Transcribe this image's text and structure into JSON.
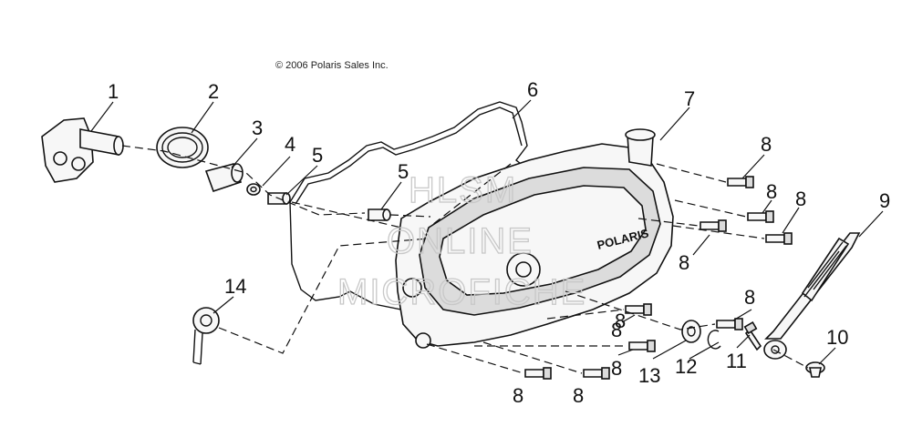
{
  "copyright": "© 2006 Polaris Sales Inc.",
  "brand_on_cover": "POLARIS",
  "watermark": [
    "HLSM",
    "ONLINE",
    "MICROFICHE"
  ],
  "callouts": [
    {
      "id": "c1",
      "label": "1",
      "part": "gear-shaft"
    },
    {
      "id": "c2",
      "label": "2",
      "part": "spring"
    },
    {
      "id": "c3",
      "label": "3",
      "part": "bushing"
    },
    {
      "id": "c4",
      "label": "4",
      "part": "o-ring"
    },
    {
      "id": "c5a",
      "label": "5",
      "part": "dowel-pin"
    },
    {
      "id": "c5b",
      "label": "5",
      "part": "dowel-pin"
    },
    {
      "id": "c6",
      "label": "6",
      "part": "gasket"
    },
    {
      "id": "c7",
      "label": "7",
      "part": "clutch-cover"
    },
    {
      "id": "c8a",
      "label": "8",
      "part": "bolt"
    },
    {
      "id": "c8b",
      "label": "8",
      "part": "bolt"
    },
    {
      "id": "c8c",
      "label": "8",
      "part": "bolt"
    },
    {
      "id": "c8d",
      "label": "8",
      "part": "bolt"
    },
    {
      "id": "c8e",
      "label": "8",
      "part": "bolt"
    },
    {
      "id": "c8f",
      "label": "8",
      "part": "bolt"
    },
    {
      "id": "c8g",
      "label": "8",
      "part": "bolt"
    },
    {
      "id": "c8h",
      "label": "8",
      "part": "bolt"
    },
    {
      "id": "c8i",
      "label": "8",
      "part": "bolt"
    },
    {
      "id": "c8j",
      "label": "8",
      "part": "bolt"
    },
    {
      "id": "c9",
      "label": "9",
      "part": "kick-start-lever"
    },
    {
      "id": "c10",
      "label": "10",
      "part": "lever-cap"
    },
    {
      "id": "c11",
      "label": "11",
      "part": "lever-bolt"
    },
    {
      "id": "c12",
      "label": "12",
      "part": "snap-ring"
    },
    {
      "id": "c13",
      "label": "13",
      "part": "washer"
    },
    {
      "id": "c14",
      "label": "14",
      "part": "drive-gear"
    }
  ]
}
